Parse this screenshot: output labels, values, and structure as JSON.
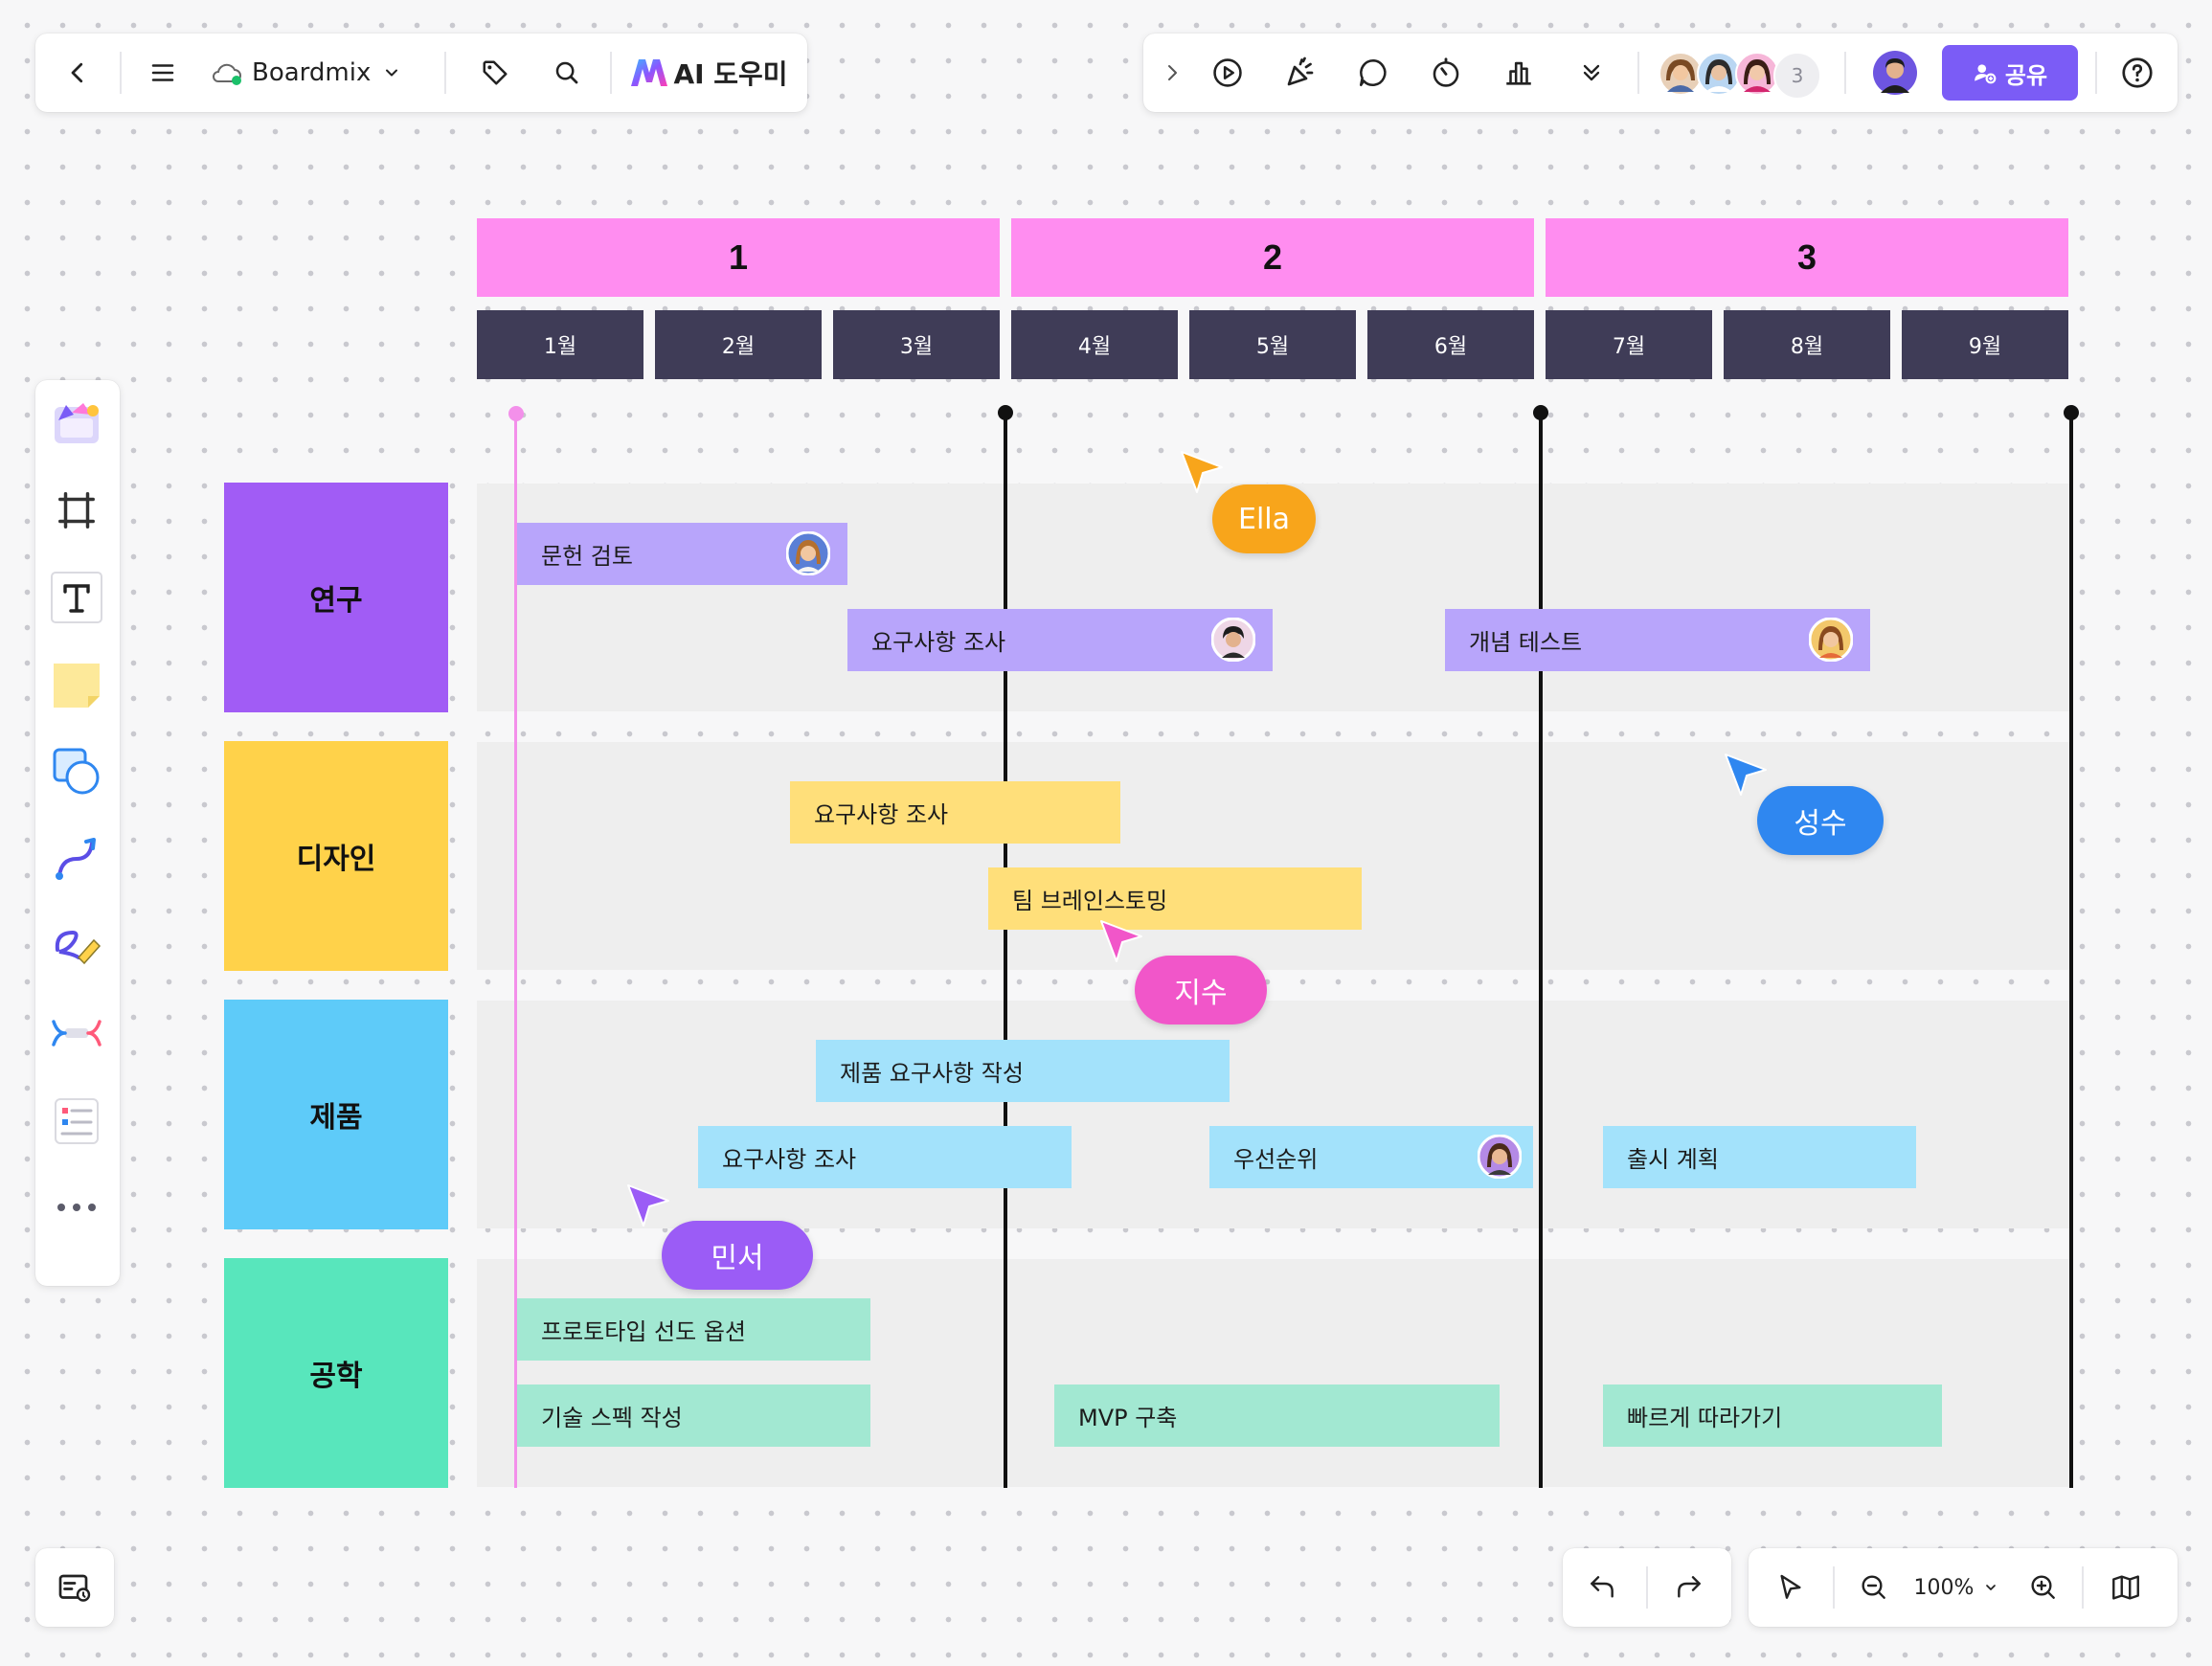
{
  "app": {
    "board_name": "Boardmix",
    "ai_label": "AI 도우미",
    "share_label": "공유",
    "collaborator_count": "3",
    "zoom": "100%"
  },
  "toolbar_left": {
    "icons": [
      "back-arrow-icon",
      "menu-icon",
      "cloud-sync-icon",
      "chevron-down-icon",
      "tag-icon",
      "search-icon",
      "ai-logo-icon"
    ]
  },
  "toolbar_right": {
    "icons": [
      "chevron-right-icon",
      "play-icon",
      "celebrate-icon",
      "comment-icon",
      "timer-icon",
      "vote-chart-icon",
      "expand-more-icon",
      "help-icon"
    ]
  },
  "quarters": [
    "1",
    "2",
    "3"
  ],
  "months": [
    "1월",
    "2월",
    "3월",
    "4월",
    "5월",
    "6월",
    "7월",
    "8월",
    "9월"
  ],
  "categories": [
    {
      "label": "연구",
      "color": "#a15cf5"
    },
    {
      "label": "디자인",
      "color": "#ffd24a"
    },
    {
      "label": "제품",
      "color": "#5ecbf9"
    },
    {
      "label": "공학",
      "color": "#58e6bc"
    }
  ],
  "tasks": {
    "research": [
      "문헌 검토",
      "요구사항 조사",
      "개념 테스트"
    ],
    "design": [
      "요구사항 조사",
      "팀 브레인스토밍"
    ],
    "product": [
      "제품 요구사항 작성",
      "요구사항 조사",
      "우선순위",
      "출시 계획"
    ],
    "engineering": [
      "프로토타입 선도 옵션",
      "기술 스펙 작성",
      "MVP 구축",
      "빠르게 따라가기"
    ]
  },
  "cursors": [
    {
      "name": "Ella",
      "color": "#f8a51b"
    },
    {
      "name": "성수",
      "color": "#2f87f0"
    },
    {
      "name": "지수",
      "color": "#f156c9"
    },
    {
      "name": "민서",
      "color": "#9b5cf6"
    }
  ],
  "colors": {
    "accent": "#7b5cf6",
    "quarter_header": "#ff8df0",
    "month_header": "#3f3c57",
    "research_task": "#b8a5fb",
    "design_task": "#ffdf7a",
    "product_task": "#a3e2fb",
    "engineering_task": "#a2e8d2",
    "today_line": "#f390ea"
  },
  "left_tools": [
    "templates-icon",
    "frame-icon",
    "text-icon",
    "sticky-note-icon",
    "shape-icon",
    "connector-icon",
    "pen-icon",
    "mind-map-icon",
    "list-icon",
    "more-icon"
  ],
  "bottom_tools": [
    "undo-icon",
    "redo-icon",
    "select-cursor-icon",
    "zoom-out-icon",
    "zoom-in-icon",
    "map-icon",
    "board-info-icon"
  ]
}
